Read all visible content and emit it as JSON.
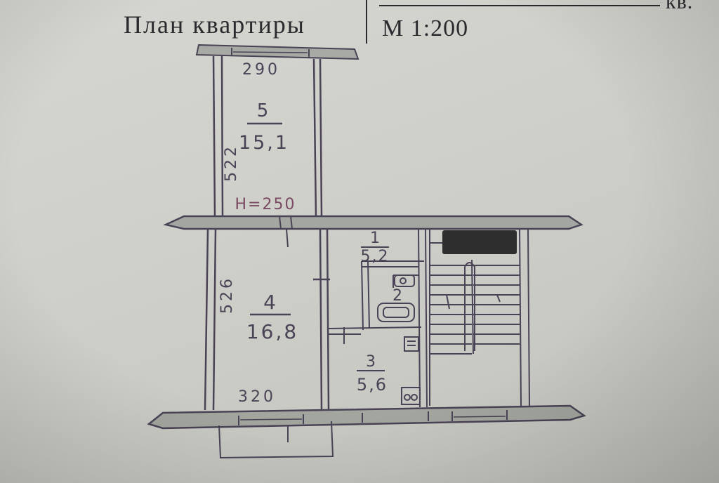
{
  "header": {
    "title": "План квартиры",
    "scale": "М 1:200",
    "corner_text": "кв."
  },
  "rooms": [
    {
      "number": "1",
      "area": "5,2"
    },
    {
      "number": "2",
      "area": ""
    },
    {
      "number": "3",
      "area": "5,6"
    },
    {
      "number": "4",
      "area": "16,8"
    },
    {
      "number": "5",
      "area": "15,1"
    }
  ],
  "dimensions": {
    "room5_width": "290",
    "room5_length": "522",
    "room4_length": "526",
    "room4_width": "320",
    "ceiling_height": "H=250"
  },
  "colors": {
    "paper": "#d2d2cd",
    "wall_outline": "#4a4356",
    "handwriting": "#4a4356",
    "redaction": "#2e2e2e"
  }
}
